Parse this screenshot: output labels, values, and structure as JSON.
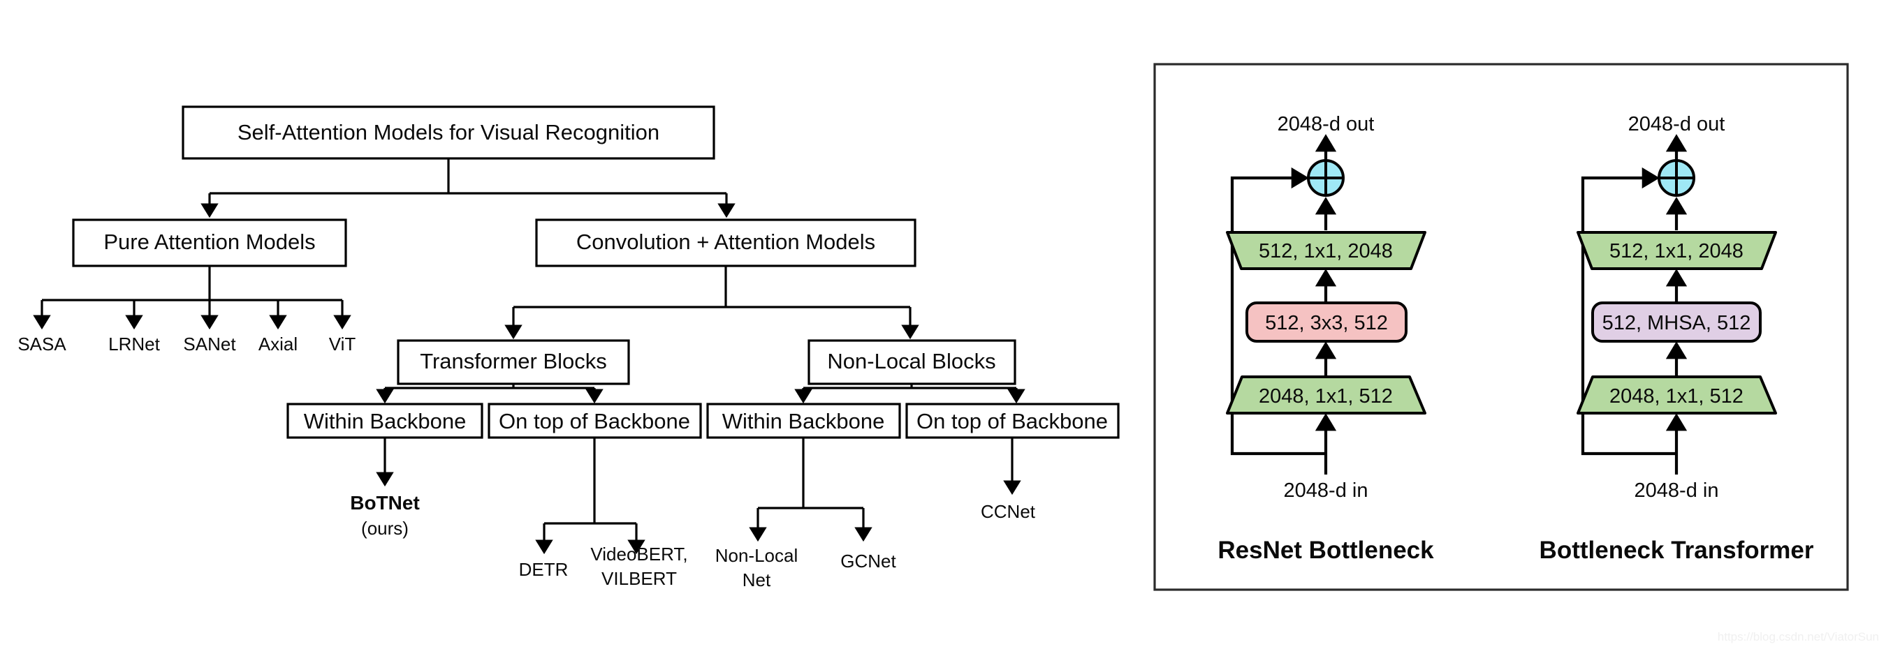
{
  "meta": {
    "watermark": "https://blog.csdn.net/ViatorSun",
    "colors": {
      "green": "#b5d9a0",
      "pink": "#f5c2c2",
      "purple": "#e0cfe5",
      "cyan": "#9fe8f5",
      "stroke": "#000000",
      "panel_border": "#2b2b2b",
      "background": "#ffffff"
    }
  },
  "tree": {
    "root": {
      "label": "Self-Attention Models for Visual Recognition"
    },
    "level2": [
      {
        "label": "Pure Attention Models"
      },
      {
        "label": "Convolution + Attention Models"
      }
    ],
    "pure_leaves": [
      {
        "label": "SASA"
      },
      {
        "label": "LRNet"
      },
      {
        "label": "SANet"
      },
      {
        "label": "Axial"
      },
      {
        "label": "ViT"
      }
    ],
    "level3": [
      {
        "label": "Transformer Blocks"
      },
      {
        "label": "Non-Local Blocks"
      }
    ],
    "level4": [
      {
        "label": "Within Backbone"
      },
      {
        "label": "On top of Backbone"
      },
      {
        "label": "Within Backbone"
      },
      {
        "label": "On top of Backbone"
      }
    ],
    "leaves": [
      {
        "label": "BoTNet",
        "sub": "(ours)",
        "bold": true
      },
      {
        "label": "DETR"
      },
      {
        "label": "VideoBERT,",
        "line2": "VILBERT"
      },
      {
        "label": "Non-Local",
        "line2": "Net"
      },
      {
        "label": "GCNet"
      },
      {
        "label": "CCNet"
      }
    ]
  },
  "panel": {
    "blocks": [
      {
        "title": "ResNet Bottleneck",
        "out_label": "2048-d out",
        "in_label": "2048-d in",
        "sum_symbol": "+",
        "layers": [
          {
            "text": "512, 1x1, 2048",
            "shape": "trapezoid-down",
            "color": "#b5d9a0"
          },
          {
            "text": "512, 3x3, 512",
            "shape": "rounded-rect",
            "color": "#f5c2c2"
          },
          {
            "text": "2048, 1x1, 512",
            "shape": "trapezoid-up",
            "color": "#b5d9a0"
          }
        ]
      },
      {
        "title": "Bottleneck Transformer",
        "out_label": "2048-d out",
        "in_label": "2048-d in",
        "sum_symbol": "+",
        "layers": [
          {
            "text": "512, 1x1, 2048",
            "shape": "trapezoid-down",
            "color": "#b5d9a0"
          },
          {
            "text": "512, MHSA, 512",
            "shape": "rounded-rect",
            "color": "#e0cfe5"
          },
          {
            "text": "2048, 1x1, 512",
            "shape": "trapezoid-up",
            "color": "#b5d9a0"
          }
        ]
      }
    ]
  }
}
